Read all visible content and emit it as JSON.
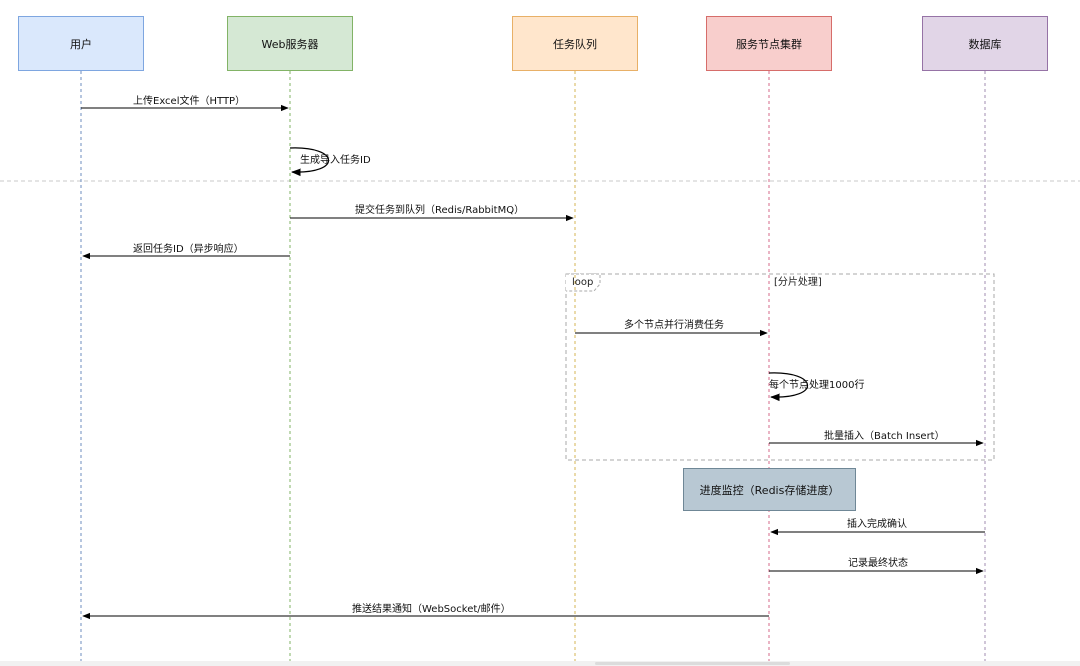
{
  "actors": [
    {
      "key": "user",
      "label": "用户",
      "fill": "#dae8fc",
      "stroke": "#7ea6e0",
      "line": "#6c8ebf"
    },
    {
      "key": "web",
      "label": "Web服务器",
      "fill": "#d5e8d4",
      "stroke": "#82b366",
      "line": "#82b366"
    },
    {
      "key": "queue",
      "label": "任务队列",
      "fill": "#ffe6cc",
      "stroke": "#e8b067",
      "line": "#d6b656"
    },
    {
      "key": "cluster",
      "label": "服务节点集群",
      "fill": "#f8cecc",
      "stroke": "#d66d6a",
      "line": "#d46a8a"
    },
    {
      "key": "db",
      "label": "数据库",
      "fill": "#e1d5e7",
      "stroke": "#9673a6",
      "line": "#a08cb0"
    }
  ],
  "messages": [
    {
      "from": "user",
      "to": "web",
      "label": "上传Excel文件（HTTP）",
      "kind": "straight"
    },
    {
      "from": "web",
      "to": "web",
      "label": "生成导入任务ID",
      "kind": "self"
    },
    {
      "from": "web",
      "to": "queue",
      "label": "提交任务到队列（Redis/RabbitMQ）",
      "kind": "straight"
    },
    {
      "from": "web",
      "to": "user",
      "label": "返回任务ID（异步响应）",
      "kind": "straight"
    },
    {
      "from": "queue",
      "to": "cluster",
      "label": "多个节点并行消费任务",
      "kind": "straight"
    },
    {
      "from": "cluster",
      "to": "cluster",
      "label": "每个节点处理1000行",
      "kind": "self"
    },
    {
      "from": "cluster",
      "to": "db",
      "label": "批量插入（Batch Insert）",
      "kind": "straight"
    },
    {
      "from": "db",
      "to": "cluster",
      "label": "插入完成确认",
      "kind": "straight"
    },
    {
      "from": "cluster",
      "to": "db",
      "label": "记录最终状态",
      "kind": "straight"
    },
    {
      "from": "cluster",
      "to": "user",
      "label": "推送结果通知（WebSocket/邮件）",
      "kind": "straight"
    }
  ],
  "loop": {
    "tag": "loop",
    "condition": "[分片处理]"
  },
  "note": {
    "label": "进度监控（Redis存储进度）"
  }
}
